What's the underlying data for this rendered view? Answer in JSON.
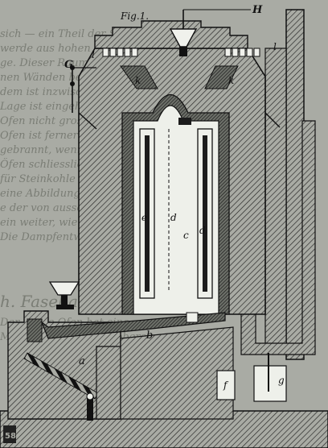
{
  "figure": {
    "caption": "Fig.1.",
    "labels": {
      "H": "H",
      "G": "G",
      "l_left": "l",
      "l_right": "l",
      "k_left": "k",
      "k_right": "k",
      "a": "a",
      "b": "b",
      "c": "c",
      "d_upper": "d",
      "d_lower": "d",
      "e": "e",
      "f": "f",
      "g": "g"
    }
  },
  "page_bleed": {
    "line_1": "sich — ein Theil der Stäbe kleiner Kapsel",
    "line_2": "werde aus hohen Schüttungen Maassen",
    "line_3": "ge. Dieser Raum, je nach Erfordernis",
    "line_4": "nen Wänden bei dem oberen Rand",
    "line_5": "dem ist inzwischen in der Hohe",
    "line_6": "Lage ist eingehend der Knoten",
    "line_7": "Ofen nicht gross genug, die grosse",
    "line_8": "Ofen ist ferner zu beachten gegen",
    "line_9": "gebrannt, wenn Kohlen zugeführt",
    "line_10": "Öfen schliesslich Kohlen mit allen",
    "line_11": "für Steinkohle wie Holz erprobt",
    "line_12": "eine Abbildung in Ansicht u. 3 bis",
    "line_13": "e der von aussen geheizt Wäsche",
    "line_14": "ein weiter, wie üblich, bis zu oberen",
    "line_15": "Die Dampfentwicklung liegt.",
    "line_16": "h. Fasebach",
    "line_17": "Der ganze Ofen hat eine",
    "line_18": "Mitte der beiden Fig. oberen",
    "page_mark": "58"
  }
}
